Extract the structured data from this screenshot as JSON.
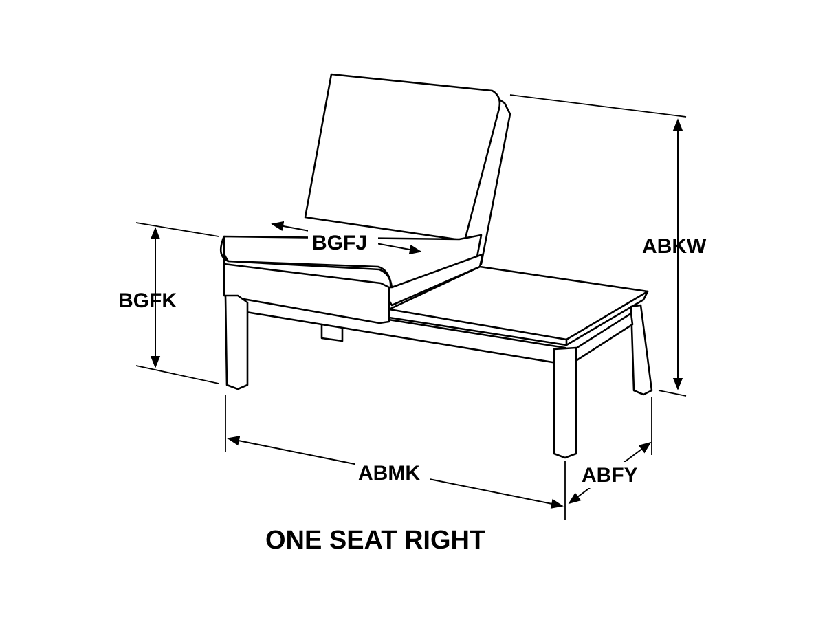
{
  "diagram": {
    "caption": "ONE SEAT RIGHT",
    "labels": {
      "seat_depth": "BGFJ",
      "seat_height": "BGFK",
      "overall_height": "ABKW",
      "overall_width": "ABMK",
      "leg_offset": "ABFY"
    }
  },
  "colors": {
    "line": "#000000",
    "background": "#ffffff"
  }
}
